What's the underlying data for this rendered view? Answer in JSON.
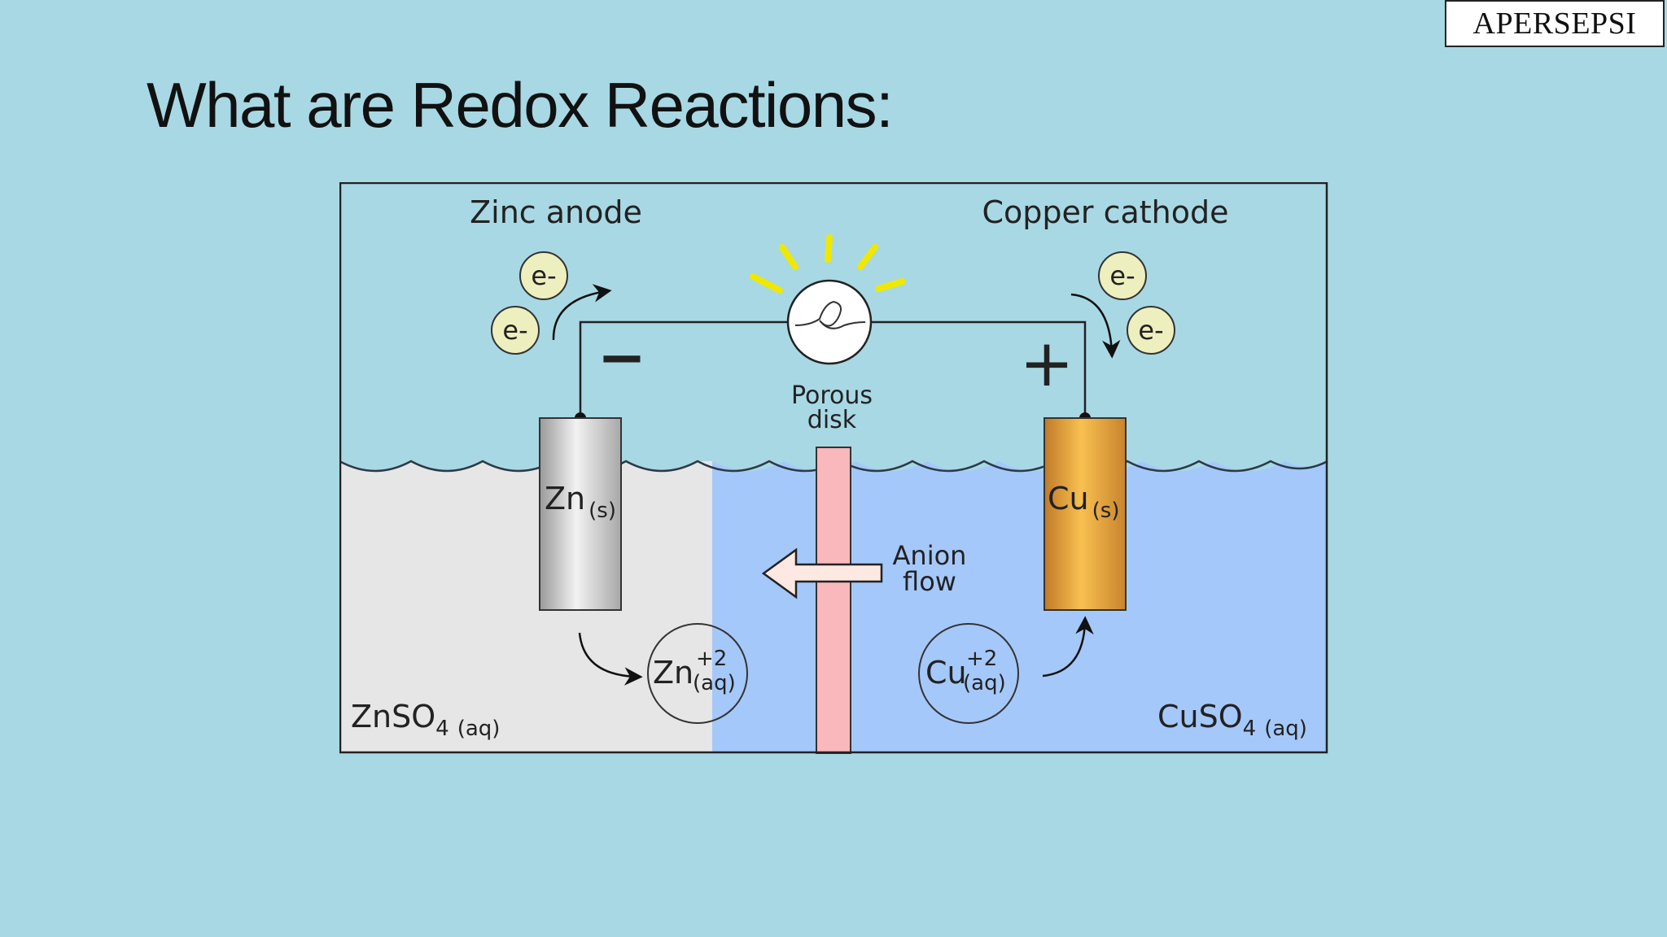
{
  "watermark": "APERSEPSI",
  "title": "What are Redox Reactions:",
  "diagram": {
    "anode_label": "Zinc anode",
    "cathode_label": "Copper cathode",
    "electron": "e-",
    "negative_sign": "−",
    "positive_sign": "+",
    "porous_disk_line1": "Porous",
    "porous_disk_line2": "disk",
    "anion_flow_line1": "Anion",
    "anion_flow_line2": "flow",
    "zn_electrode": {
      "symbol": "Zn",
      "state": "(s)"
    },
    "cu_electrode": {
      "symbol": "Cu",
      "state": "(s)"
    },
    "zn_ion": {
      "symbol": "Zn",
      "charge": "+2",
      "state": "(aq)"
    },
    "cu_ion": {
      "symbol": "Cu",
      "charge": "+2",
      "state": "(aq)"
    },
    "left_solution": {
      "formula": "ZnSO",
      "subscript": "4",
      "state": "(aq)"
    },
    "right_solution": {
      "formula": "CuSO",
      "subscript": "4",
      "state": "(aq)"
    },
    "colors": {
      "background": "#a8d8e4",
      "left_solution": "#e6e6e6",
      "right_solution": "#a5c8fa",
      "zinc": "#c8c8c8",
      "copper": "#e8a040",
      "porous_disk": "#f8b8bc",
      "electron": "#eeefbe",
      "light_rays": "#f0e800"
    }
  }
}
